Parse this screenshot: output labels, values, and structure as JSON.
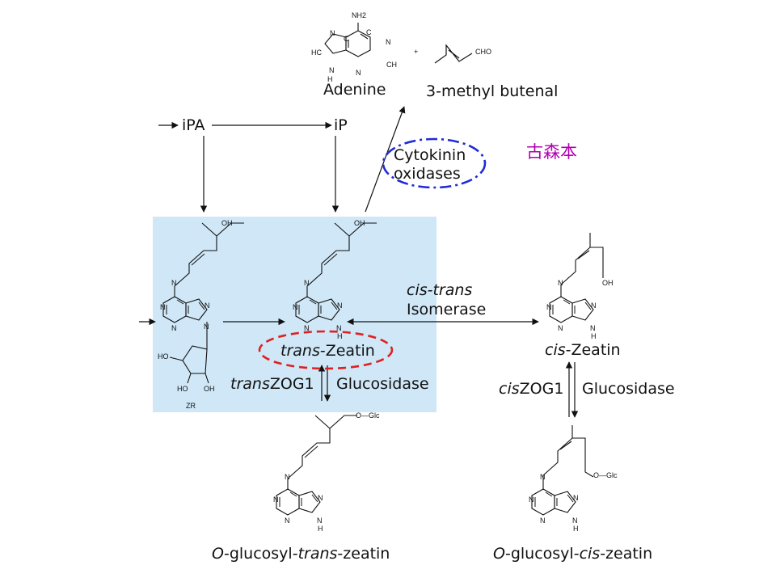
{
  "colors": {
    "panel": "#cfe7f7",
    "blue_ellipse": "#1f2bd6",
    "red_ellipse": "#e02020",
    "chinese_text": "#b000b0"
  },
  "top": {
    "adenine_label": "Adenine",
    "plus": "+",
    "methylbutenal_label": "3-methyl butenal",
    "cho": "CHO",
    "atoms": {
      "nh2": "NH2",
      "n": "N",
      "c": "C",
      "hc": "HC",
      "ch": "CH",
      "h": "H"
    }
  },
  "pathway": {
    "ipa": "iPA",
    "ip": "iP"
  },
  "oxidase": {
    "line1": "Cytokinin",
    "line2": "oxidases"
  },
  "watermark": "古森本",
  "atoms": {
    "oh": "OH",
    "n": "N",
    "h": "H",
    "ho": "HO",
    "zr": "ZR",
    "oglc": "O—Glc"
  },
  "trans": {
    "name_italic": "trans",
    "name_rest": "-Zeatin",
    "zog_italic": "trans",
    "zog_rest": "ZOG1",
    "glucosidase": "Glucosidase"
  },
  "isomerase": {
    "line1": "cis-trans",
    "line2": "Isomerase"
  },
  "cis": {
    "name_italic": "cis",
    "name_rest": "-Zeatin",
    "zog_italic": "cis",
    "zog_rest": "ZOG1",
    "glucosidase": "Glucosidase"
  },
  "bottom": {
    "left_italic1": "O",
    "left_mid": "-glucosyl-",
    "left_italic2": "trans",
    "left_rest": "-zeatin",
    "right_italic1": "O",
    "right_mid": "-glucosyl-",
    "right_italic2": "cis",
    "right_rest": "-zeatin"
  }
}
